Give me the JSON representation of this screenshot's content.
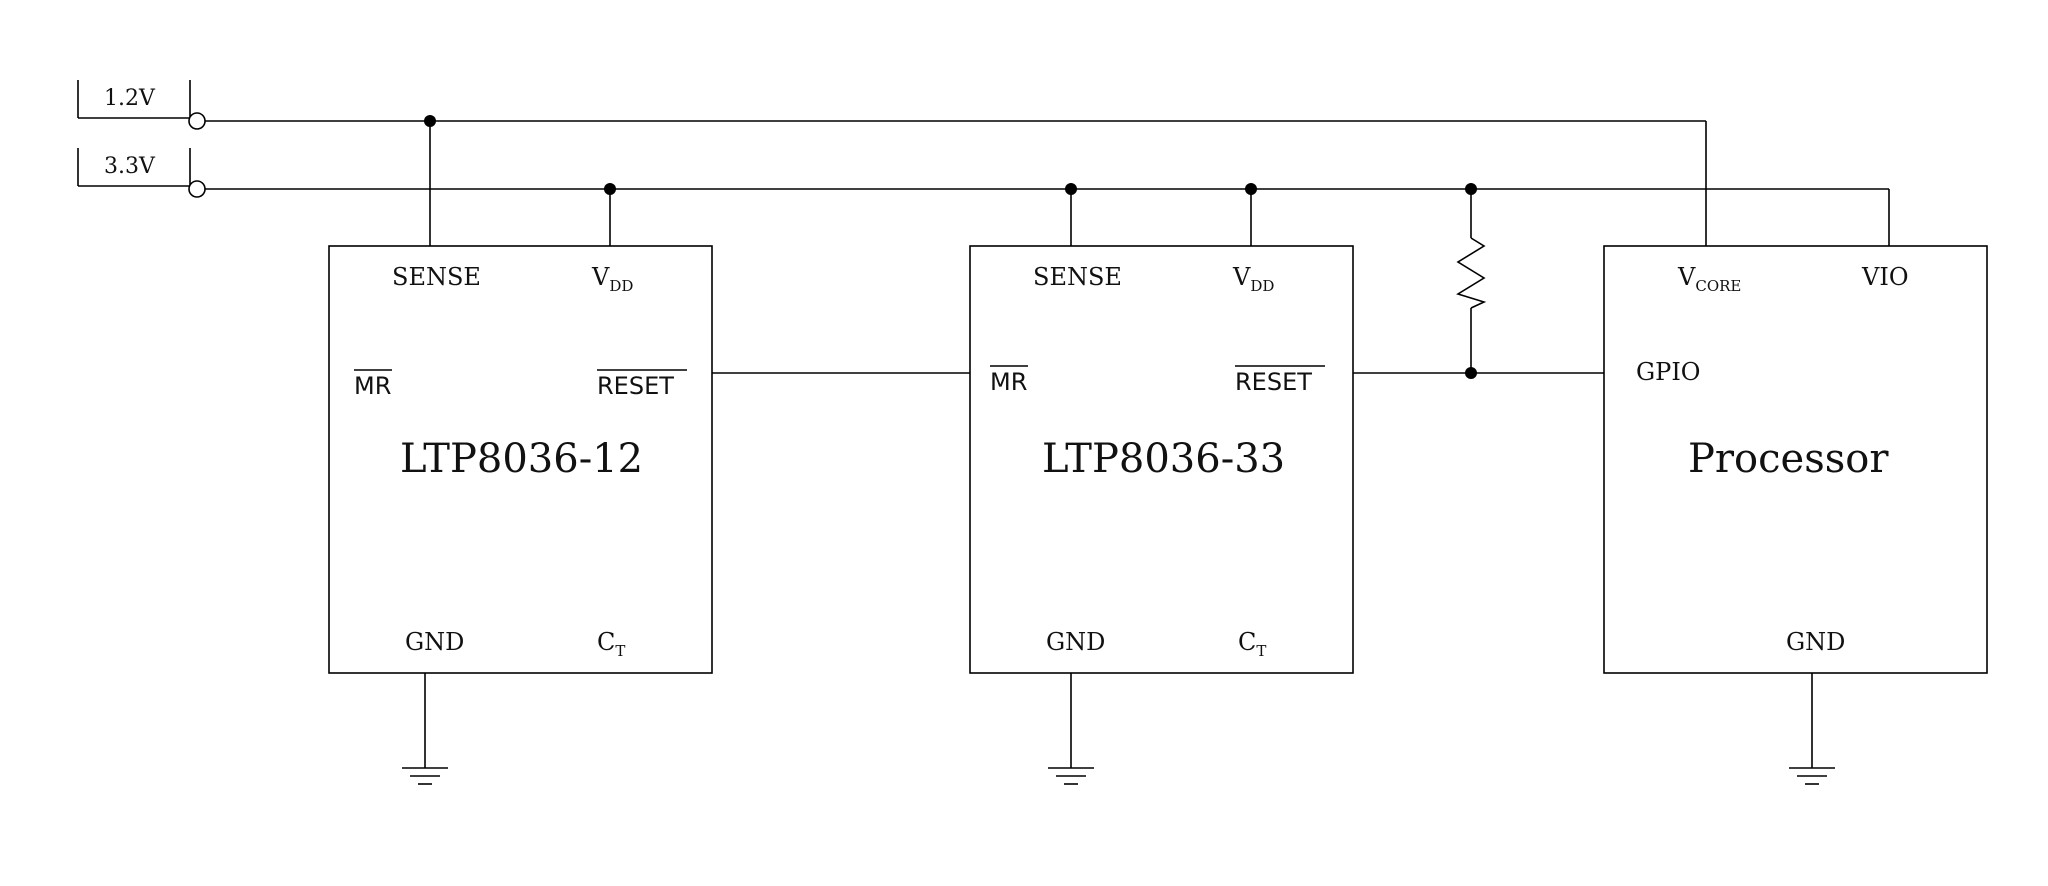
{
  "rails": [
    {
      "label": "1.2V"
    },
    {
      "label": "3.3V"
    }
  ],
  "chips": [
    {
      "name": "LTP8036-12",
      "pins": {
        "sense": "SENSE",
        "vdd_main": "V",
        "vdd_sub": "DD",
        "mr": "MR",
        "reset": "RESET",
        "gnd": "GND",
        "ct_main": "C",
        "ct_sub": "T"
      }
    },
    {
      "name": "LTP8036-33",
      "pins": {
        "sense": "SENSE",
        "vdd_main": "V",
        "vdd_sub": "DD",
        "mr": "MR",
        "reset": "RESET",
        "gnd": "GND",
        "ct_main": "C",
        "ct_sub": "T"
      }
    }
  ],
  "processor": {
    "name": "Processor",
    "pins": {
      "vcore_main": "V",
      "vcore_sub": "CORE",
      "vio": "VIO",
      "gpio": "GPIO",
      "gnd": "GND"
    }
  }
}
